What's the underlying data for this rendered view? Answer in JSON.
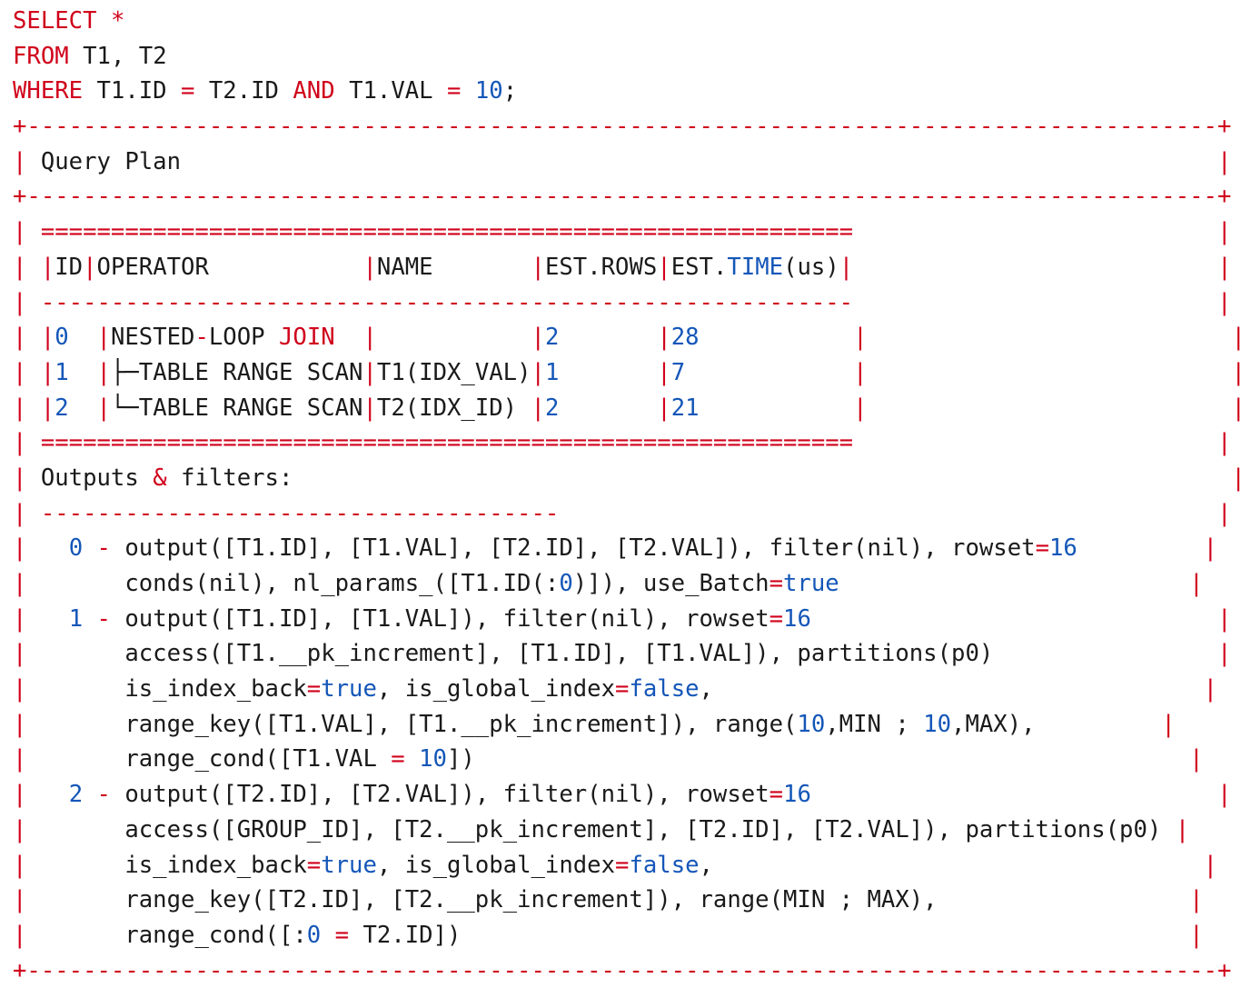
{
  "colors": {
    "keyword": "#d0021b",
    "operator": "#d0021b",
    "border": "#d0021b",
    "number": "#1456b8",
    "text": "#1a1a1a",
    "background": "#ffffff"
  },
  "lines": [
    [
      [
        "kw",
        "SELECT"
      ],
      [
        "tx",
        " "
      ],
      [
        "op",
        "*"
      ]
    ],
    [
      [
        "kw",
        "FROM"
      ],
      [
        "tx",
        " T1, T2"
      ]
    ],
    [
      [
        "kw",
        "WHERE"
      ],
      [
        "tx",
        " T1.ID "
      ],
      [
        "op",
        "="
      ],
      [
        "tx",
        " T2.ID "
      ],
      [
        "kw",
        "AND"
      ],
      [
        "tx",
        " T1.VAL "
      ],
      [
        "op",
        "="
      ],
      [
        "tx",
        " "
      ],
      [
        "nm",
        "10"
      ],
      [
        "tx",
        ";"
      ]
    ],
    [
      [
        "bd",
        "+-------------------------------------------------------------------------------------+"
      ]
    ],
    [
      [
        "bd",
        "|"
      ],
      [
        "tx",
        " Query Plan                                                                          "
      ],
      [
        "bd",
        "|"
      ]
    ],
    [
      [
        "bd",
        "+-------------------------------------------------------------------------------------+"
      ]
    ],
    [
      [
        "bd",
        "| ==========================================================                          |"
      ]
    ],
    [
      [
        "bd",
        "| |"
      ],
      [
        "tx",
        "ID"
      ],
      [
        "bd",
        "|"
      ],
      [
        "tx",
        "OPERATOR           "
      ],
      [
        "bd",
        "|"
      ],
      [
        "tx",
        "NAME       "
      ],
      [
        "bd",
        "|"
      ],
      [
        "tx",
        "EST.ROWS"
      ],
      [
        "bd",
        "|"
      ],
      [
        "tx",
        "EST."
      ],
      [
        "nm",
        "TIME"
      ],
      [
        "tx",
        "(us)"
      ],
      [
        "bd",
        "|"
      ],
      [
        "tx",
        "                          "
      ],
      [
        "bd",
        "|"
      ]
    ],
    [
      [
        "bd",
        "| ----------------------------------------------------------                          |"
      ]
    ],
    [
      [
        "bd",
        "| |"
      ],
      [
        "nm",
        "0"
      ],
      [
        "tx",
        "  "
      ],
      [
        "bd",
        "|"
      ],
      [
        "tx",
        "NESTED"
      ],
      [
        "op",
        "-"
      ],
      [
        "tx",
        "LOOP "
      ],
      [
        "kw",
        "JOIN"
      ],
      [
        "tx",
        "  "
      ],
      [
        "bd",
        "|"
      ],
      [
        "tx",
        "           "
      ],
      [
        "bd",
        "|"
      ],
      [
        "nm",
        "2"
      ],
      [
        "tx",
        "       "
      ],
      [
        "bd",
        "|"
      ],
      [
        "nm",
        "28"
      ],
      [
        "tx",
        "           "
      ],
      [
        "bd",
        "|"
      ],
      [
        "tx",
        "                          "
      ],
      [
        "bd",
        "|"
      ]
    ],
    [
      [
        "bd",
        "| |"
      ],
      [
        "nm",
        "1"
      ],
      [
        "tx",
        "  "
      ],
      [
        "bd",
        "|"
      ],
      [
        "tx",
        "├─TABLE RANGE SCAN"
      ],
      [
        "bd",
        "|"
      ],
      [
        "tx",
        "T1(IDX_VAL)"
      ],
      [
        "bd",
        "|"
      ],
      [
        "nm",
        "1"
      ],
      [
        "tx",
        "       "
      ],
      [
        "bd",
        "|"
      ],
      [
        "nm",
        "7"
      ],
      [
        "tx",
        "            "
      ],
      [
        "bd",
        "|"
      ],
      [
        "tx",
        "                          "
      ],
      [
        "bd",
        "|"
      ]
    ],
    [
      [
        "bd",
        "| |"
      ],
      [
        "nm",
        "2"
      ],
      [
        "tx",
        "  "
      ],
      [
        "bd",
        "|"
      ],
      [
        "tx",
        "└─TABLE RANGE SCAN"
      ],
      [
        "bd",
        "|"
      ],
      [
        "tx",
        "T2(IDX_ID) "
      ],
      [
        "bd",
        "|"
      ],
      [
        "nm",
        "2"
      ],
      [
        "tx",
        "       "
      ],
      [
        "bd",
        "|"
      ],
      [
        "nm",
        "21"
      ],
      [
        "tx",
        "           "
      ],
      [
        "bd",
        "|"
      ],
      [
        "tx",
        "                          "
      ],
      [
        "bd",
        "|"
      ]
    ],
    [
      [
        "bd",
        "| ==========================================================                          |"
      ]
    ],
    [
      [
        "bd",
        "|"
      ],
      [
        "tx",
        " Outputs "
      ],
      [
        "op",
        "&"
      ],
      [
        "tx",
        " filters:                                                                   "
      ],
      [
        "bd",
        "|"
      ]
    ],
    [
      [
        "bd",
        "| -------------------------------------                                               |"
      ]
    ],
    [
      [
        "bd",
        "|"
      ],
      [
        "tx",
        "   "
      ],
      [
        "nm",
        "0"
      ],
      [
        "tx",
        " "
      ],
      [
        "op",
        "-"
      ],
      [
        "tx",
        " output([T1.ID], [T1.VAL], [T2.ID], [T2.VAL]), filter(nil), rowset"
      ],
      [
        "op",
        "="
      ],
      [
        "nm",
        "16"
      ],
      [
        "tx",
        "         "
      ],
      [
        "bd",
        "|"
      ]
    ],
    [
      [
        "bd",
        "|"
      ],
      [
        "tx",
        "       conds(nil), nl_params_([T1.ID(:"
      ],
      [
        "nm",
        "0"
      ],
      [
        "tx",
        ")]), use_Batch"
      ],
      [
        "op",
        "="
      ],
      [
        "nm",
        "true"
      ],
      [
        "tx",
        "                         "
      ],
      [
        "bd",
        "|"
      ]
    ],
    [
      [
        "bd",
        "|"
      ],
      [
        "tx",
        "   "
      ],
      [
        "nm",
        "1"
      ],
      [
        "tx",
        " "
      ],
      [
        "op",
        "-"
      ],
      [
        "tx",
        " output([T1.ID], [T1.VAL]), filter(nil), rowset"
      ],
      [
        "op",
        "="
      ],
      [
        "nm",
        "16"
      ],
      [
        "tx",
        "                             "
      ],
      [
        "bd",
        "|"
      ]
    ],
    [
      [
        "bd",
        "|"
      ],
      [
        "tx",
        "       access([T1.__pk_increment], [T1.ID], [T1.VAL]), partitions(p0)                "
      ],
      [
        "bd",
        "|"
      ]
    ],
    [
      [
        "bd",
        "|"
      ],
      [
        "tx",
        "       is_index_back"
      ],
      [
        "op",
        "="
      ],
      [
        "nm",
        "true"
      ],
      [
        "tx",
        ", is_global_index"
      ],
      [
        "op",
        "="
      ],
      [
        "nm",
        "false"
      ],
      [
        "tx",
        ",                                   "
      ],
      [
        "bd",
        "|"
      ]
    ],
    [
      [
        "bd",
        "|"
      ],
      [
        "tx",
        "       range_key([T1.VAL], [T1.__pk_increment]), range("
      ],
      [
        "nm",
        "10"
      ],
      [
        "tx",
        ",MIN ; "
      ],
      [
        "nm",
        "10"
      ],
      [
        "tx",
        ",MAX),         "
      ],
      [
        "bd",
        "|"
      ]
    ],
    [
      [
        "bd",
        "|"
      ],
      [
        "tx",
        "       range_cond([T1.VAL "
      ],
      [
        "op",
        "="
      ],
      [
        "tx",
        " "
      ],
      [
        "nm",
        "10"
      ],
      [
        "tx",
        "])                                                   "
      ],
      [
        "bd",
        "|"
      ]
    ],
    [
      [
        "bd",
        "|"
      ],
      [
        "tx",
        "   "
      ],
      [
        "nm",
        "2"
      ],
      [
        "tx",
        " "
      ],
      [
        "op",
        "-"
      ],
      [
        "tx",
        " output([T2.ID], [T2.VAL]), filter(nil), rowset"
      ],
      [
        "op",
        "="
      ],
      [
        "nm",
        "16"
      ],
      [
        "tx",
        "                             "
      ],
      [
        "bd",
        "|"
      ]
    ],
    [
      [
        "bd",
        "|"
      ],
      [
        "tx",
        "       access([GROUP_ID], [T2.__pk_increment], [T2.ID], [T2.VAL]), partitions(p0) "
      ],
      [
        "bd",
        "|"
      ]
    ],
    [
      [
        "bd",
        "|"
      ],
      [
        "tx",
        "       is_index_back"
      ],
      [
        "op",
        "="
      ],
      [
        "nm",
        "true"
      ],
      [
        "tx",
        ", is_global_index"
      ],
      [
        "op",
        "="
      ],
      [
        "nm",
        "false"
      ],
      [
        "tx",
        ",                                   "
      ],
      [
        "bd",
        "|"
      ]
    ],
    [
      [
        "bd",
        "|"
      ],
      [
        "tx",
        "       range_key([T2.ID], [T2.__pk_increment]), range(MIN ; MAX),                  "
      ],
      [
        "bd",
        "|"
      ]
    ],
    [
      [
        "bd",
        "|"
      ],
      [
        "tx",
        "       range_cond([:"
      ],
      [
        "nm",
        "0"
      ],
      [
        "tx",
        " "
      ],
      [
        "op",
        "="
      ],
      [
        "tx",
        " T2.ID])                                                    "
      ],
      [
        "bd",
        "|"
      ]
    ],
    [
      [
        "bd",
        "+-------------------------------------------------------------------------------------+"
      ]
    ]
  ]
}
